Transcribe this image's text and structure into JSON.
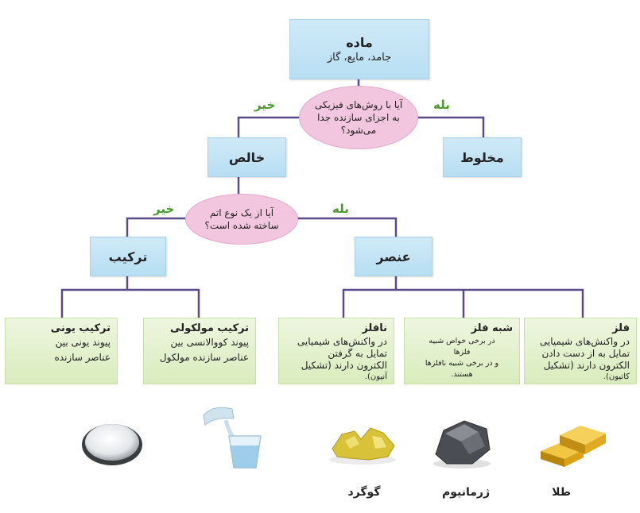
{
  "colors": {
    "box_blue": "#b7def3",
    "question_pink": "#f3c6e0",
    "leaf_green": "#d9ecbd",
    "line_purple": "#5a4a8a",
    "answer_green": "#4a9a2e"
  },
  "matter": {
    "title": "ماده",
    "subtitle": "جامد، مایع، گاز"
  },
  "q1": {
    "line1": "آیا با روش‌های فیزیکی",
    "line2": "به اجزای سازنده جدا",
    "line3": "می‌شود؟",
    "yes": "بله",
    "no": "خیر"
  },
  "mixture": "مخلوط",
  "pure": "خالص",
  "q2": {
    "line1": "آیا از یک نوع اتم",
    "line2": "ساخته شده است؟",
    "yes": "بله",
    "no": "خیر"
  },
  "element": "عنصر",
  "compound": "ترکیب",
  "leaves": {
    "ionic": {
      "title": "ترکیب یونی",
      "l1": "پیوند یونی بین",
      "l2": "عناصر سازنده"
    },
    "molecular": {
      "title": "ترکیب مولکولی",
      "l1": "پیوند کووالانسی بین",
      "l2": "عناصر سازنده مولکول"
    },
    "nonmetal": {
      "title": "نافلز",
      "l1": "در واکنش‌های شیمیایی",
      "l2": "تمایل به گرفتن",
      "l3": "الکترون دارند (تشکیل",
      "l4": "آنیون)."
    },
    "metalloid": {
      "title": "شبه فلز",
      "l1": "در برخی خواص شبیه",
      "l2": "فلزها",
      "l3": "و در برخی شبیه نافلزها",
      "l4": "هستند."
    },
    "metal": {
      "title": "فلز",
      "l1": "در واکنش‌های شیمیایی",
      "l2": "تمایل به از دست دادن",
      "l3": "الکترون دارند (تشکیل",
      "l4": "کاتیون)."
    }
  },
  "captions": {
    "sulfur": "گوگرد",
    "germanium": "ژرمانیوم",
    "gold": "طلا"
  },
  "images": [
    "salt-image",
    "water-glass-image",
    "sulfur-image",
    "germanium-image",
    "gold-bars-image"
  ]
}
